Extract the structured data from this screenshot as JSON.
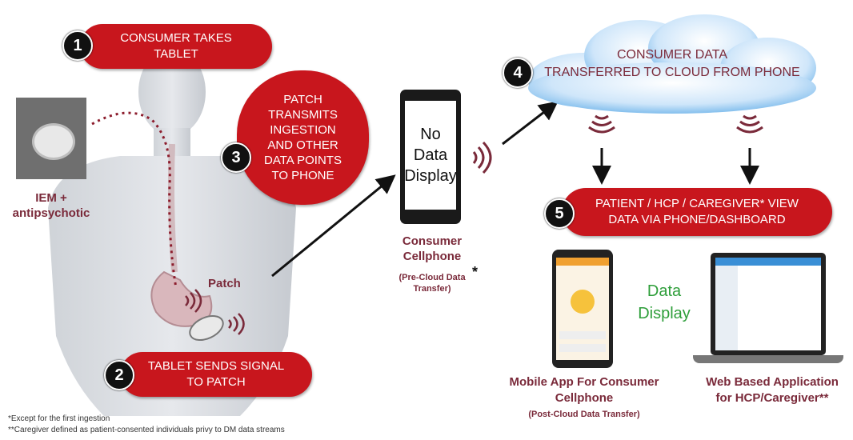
{
  "steps": {
    "s1": {
      "num": "1",
      "line1": "CONSUMER TAKES",
      "line2": "TABLET"
    },
    "s2": {
      "num": "2",
      "line1": "TABLET SENDS SIGNAL",
      "line2": "TO PATCH"
    },
    "s3": {
      "num": "3",
      "line1": "PATCH",
      "line2": "TRANSMITS",
      "line3": "INGESTION",
      "line4": "AND OTHER",
      "line5": "DATA POINTS",
      "line6": "TO PHONE"
    },
    "s4": {
      "num": "4",
      "line1": "CONSUMER DATA",
      "line2": "TRANSFERRED TO CLOUD FROM PHONE"
    },
    "s5": {
      "num": "5",
      "line1": "PATIENT / HCP / CAREGIVER* VIEW",
      "line2": "DATA VIA PHONE/DASHBOARD"
    }
  },
  "labels": {
    "iem_line1": "IEM +",
    "iem_line2": "antipsychotic",
    "patch": "Patch",
    "phone_screen_line1": "No",
    "phone_screen_line2": "Data",
    "phone_screen_line3": "Display",
    "consumer_cellphone_line1": "Consumer",
    "consumer_cellphone_line2": "Cellphone",
    "pre_cloud_line1": "(Pre-Cloud Data",
    "pre_cloud_line2": "Transfer)",
    "asterisk": "*",
    "data_display_line1": "Data",
    "data_display_line2": "Display",
    "mobile_app_line1": "Mobile App For Consumer",
    "mobile_app_line2": "Cellphone",
    "post_cloud": "(Post-Cloud Data Transfer)",
    "web_app_line1": "Web Based Application",
    "web_app_line2": "for HCP/Caregiver**"
  },
  "footnotes": {
    "note1": "*Except for the first ingestion",
    "note2": "**Caregiver defined as patient-consented individuals privy to DM  data streams"
  },
  "colors": {
    "step_red": "#c8161d",
    "label_maroon": "#7a2a3a",
    "data_display_green": "#2e9e3a",
    "cloud_blue": "#5aa9e6"
  }
}
